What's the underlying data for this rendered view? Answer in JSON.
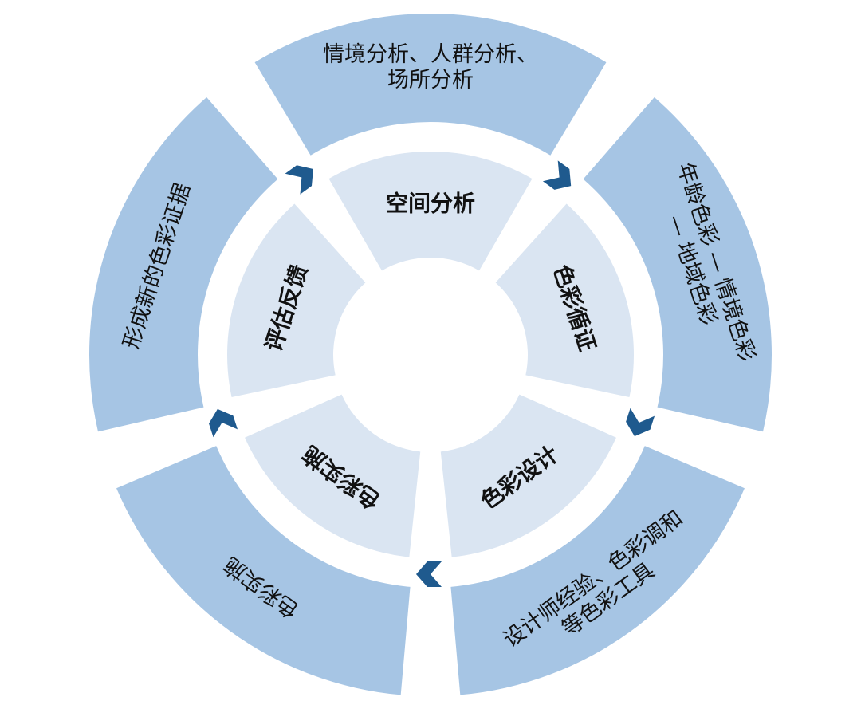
{
  "colors": {
    "outer_ring": "#a6c5e4",
    "inner_ring": "#dae5f2",
    "arrow": "#1f5a8e"
  },
  "segments": [
    {
      "inner_label": "空间分析",
      "outer_lines": [
        "情境分析、人群分析、",
        "场所分析"
      ]
    },
    {
      "inner_label": "色彩循证",
      "outer_lines": [
        "年龄色彩 — 情境色彩",
        "— 地域色彩"
      ]
    },
    {
      "inner_label": "色彩设计",
      "outer_lines": [
        "设计师经验、色彩调和",
        "等色彩工具"
      ]
    },
    {
      "inner_label": "色彩实施",
      "outer_lines": [
        "色彩实施"
      ]
    },
    {
      "inner_label": "评估反馈",
      "outer_lines": [
        "形成新的色彩证据"
      ]
    }
  ],
  "arrows": [
    "chevron-right",
    "chevron-right",
    "chevron-right",
    "chevron-right",
    "chevron-right"
  ]
}
